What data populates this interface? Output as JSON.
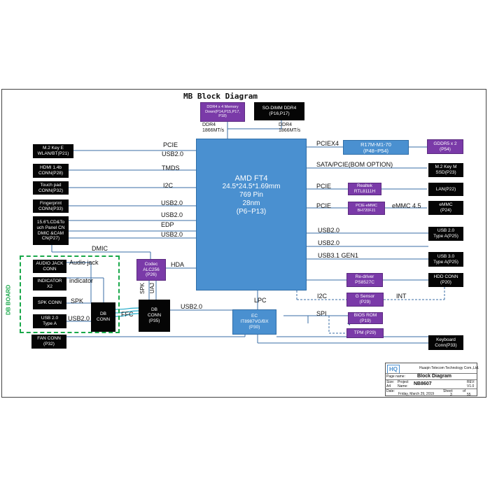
{
  "diagram": {
    "title": "MB Block Diagram",
    "cpu": {
      "name": "AMD FT4",
      "size": "24.5*24.5*1.69mm",
      "pins": "769 Pin",
      "process": "28nm",
      "pages": "(P6~P13)"
    },
    "top": {
      "ddr4_memory_down": "DDR4 x 4 Memory Down(P14,P15,P17, P18)",
      "sodimm": "SO-DIMM DDR4 (P16,P17)",
      "ddr4_left_1": "DDR4",
      "ddr4_left_2": "1866MT/s",
      "ddr4_right_1": "DDR4",
      "ddr4_right_2": "1866MT/s"
    },
    "left": {
      "m2_wlan_1": "M.2 Key E",
      "m2_wlan_2": "WLAN/BT(P21)",
      "hdmi_1": "HDMI 1.4b",
      "hdmi_2": "CONN(P28)",
      "touchpad_1": "Touch pad",
      "touchpad_2": "CONN(P32)",
      "fingerprint_1": "Fingerprint",
      "fingerprint_2": "CONN(P33)",
      "lcd_1": "15.6\"LCD&To",
      "lcd_2": "uch Panel CN",
      "lcd_3": "DMIC &CAM",
      "lcd_4": "CN(P27)",
      "codec_1": "Codec",
      "codec_2": "ALC256",
      "codec_3": "(P26)",
      "db_conn_p35_1": "DB",
      "db_conn_p35_2": "CONN",
      "db_conn_p35_3": "(P35)",
      "fan_1": "FAN CONN",
      "fan_2": "(P32)"
    },
    "db_board": {
      "label": "DB BOARD",
      "audio_jack_1": "AUDIO JACK",
      "audio_jack_2": "CONN",
      "indicator_1": "INDICATOR",
      "indicator_2": "X2",
      "spk_conn": "SPK CONN",
      "usb_a_1": "USB 2.0",
      "usb_a_2": "Type A",
      "db_conn_1": "DB",
      "db_conn_2": "CONN"
    },
    "right": {
      "r17m_1": "R17M-M1-70",
      "r17m_2": "(P48~P54)",
      "gddr5_1": "GDDR5 x 2",
      "gddr5_2": "(P54)",
      "m2_ssd_1": "M.2 Key M",
      "m2_ssd_2": "SSD(P23)",
      "realtek_1": "Realtek",
      "realtek_2": "RTL8111H",
      "lan": "LAN(P22)",
      "pcie_emmc_1": "PCIE-eMMC",
      "pcie_emmc_2": "BH720FJ1",
      "emmc_1": "eMMC",
      "emmc_2": "(P24)",
      "usb20_a_1": "USB 2.0",
      "usb20_a_2": "Type A(P25)",
      "usb30_a_1": "USB 3.0",
      "usb30_a_2": "Type A(P25)",
      "redriver_1": "Re-driver",
      "redriver_2": "PS8527C",
      "hdd_1": "HDD CONN",
      "hdd_2": "(P20)",
      "gsensor_1": "G Sensor",
      "gsensor_2": "(P29)",
      "bios_1": "BIOS ROM",
      "bios_2": "(P19)",
      "tpm": "TPM (P29)",
      "keyboard_1": "Keyboard",
      "keyboard_2": "Conn(P33)",
      "ec_1": "EC",
      "ec_2": "IT8987VG/BX",
      "ec_3": "(P30)"
    },
    "signals": {
      "pcie_wlan": "PCIE",
      "usb_wlan": "USB2.0",
      "tmds": "TMDS",
      "i2c_tp": "I2C",
      "usb_fp": "USB2.0",
      "usb_lcd": "USB2.0",
      "edp": "EDP",
      "usb_lcd2": "USB2.0",
      "dmic": "DMIC",
      "audio_jack": "Audio jack",
      "indicator": "indicator",
      "spk": "SPK",
      "usb_db": "USB2.0",
      "ffc": "FFC",
      "spk_v": "SPK",
      "uaj_v": "UAJ",
      "hda": "HDA",
      "usb_dbconn": "USB2.0",
      "lpc": "LPC",
      "pciex4": "PCIEX4",
      "sata": "SATA/PCIE(BOM OPTION)",
      "pcie_lan": "PCIE",
      "pcie_emmc": "PCIE",
      "emmc45": "eMMC 4.5",
      "usb20_r": "USB2.0",
      "usb20_r2": "USB2.0",
      "usb31": "USB3.1  GEN1",
      "i2c_g": "I2C",
      "int": "INT",
      "spi": "SPI"
    },
    "title_block": {
      "logo": "HQ",
      "company": "Huaqin Telecom Technology Com.,Ltd.",
      "page_name_label": "Page name:",
      "page_name": "Block Diagram",
      "size_label": "Size:",
      "size": "A4",
      "project_label": "Project Name:",
      "project": "NB8607",
      "rev_label": "REV:",
      "rev": "V1.0",
      "date_label": "Date:",
      "date": "Friday, March 29, 2019",
      "sheet_label": "Sheet:",
      "sheet": "3",
      "of_label": "of",
      "of": "55"
    }
  }
}
